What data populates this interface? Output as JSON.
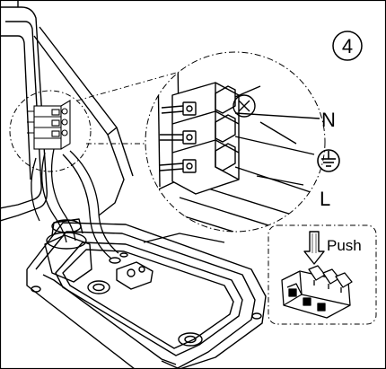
{
  "step": {
    "number": "4"
  },
  "callout": {
    "labels": {
      "neutral": "N",
      "live": "L"
    },
    "ground_icon": "protective-earth-ground-icon"
  },
  "inset": {
    "action_label": "Push",
    "arrow_icon": "down-arrow-icon"
  },
  "colors": {
    "line": "#000000",
    "background": "#ffffff",
    "inset_background": "#ffffff"
  }
}
